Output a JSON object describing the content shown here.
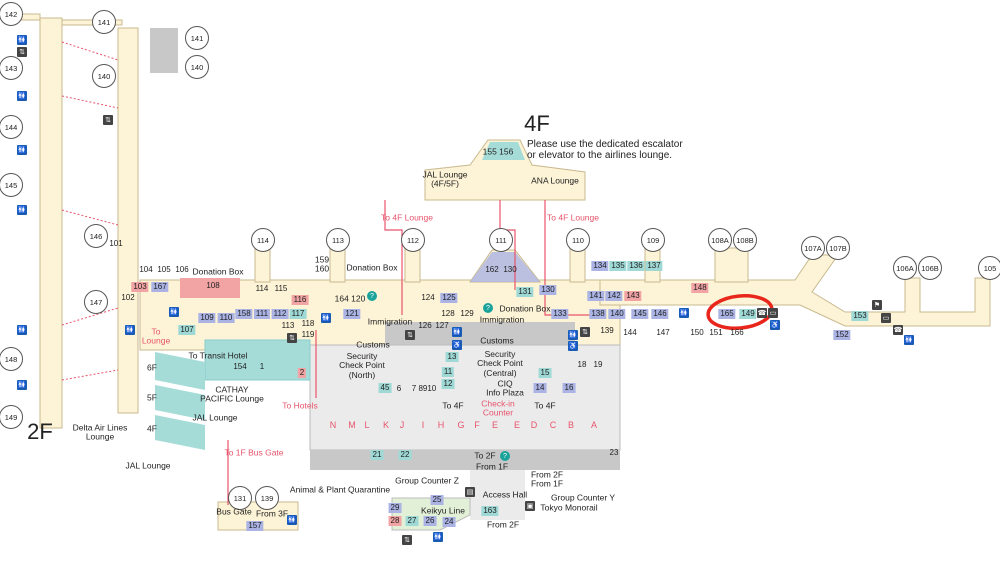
{
  "floors": {
    "f2": "2F",
    "f4": "4F"
  },
  "notice": "Please use the dedicated escalator\nor elevator to the airlines lounge.",
  "gates": [
    "142",
    "141",
    "143",
    "140",
    "144",
    "145",
    "146",
    "101",
    "147",
    "148",
    "149",
    "141",
    "140",
    "114",
    "113",
    "112",
    "111",
    "110",
    "109",
    "108A",
    "108B",
    "107A",
    "107B",
    "106A",
    "106B",
    "105",
    "131",
    "139"
  ],
  "labels": {
    "jal_lounge_top": "JAL Lounge\n(4F/5F)",
    "ana_lounge": "ANA Lounge",
    "to_4f_lounge_1": "To 4F Lounge",
    "to_4f_lounge_2": "To 4F Lounge",
    "donation_box_1": "Donation Box",
    "donation_box_2": "Donation Box",
    "donation_box_3": "Donation Box",
    "immigration_1": "Immigration",
    "immigration_2": "Immigration",
    "customs_1": "Customs",
    "customs_2": "Customs",
    "security_north": "Security\nCheck Point\n(North)",
    "security_central": "Security\nCheck Point\n(Central)",
    "ciq": "CIQ\nInfo Plaza",
    "checkin": "Check-in\nCounter",
    "to_4f_1": "To 4F",
    "to_4f_2": "To 4F",
    "to_transit_hotel": "To Transit Hotel",
    "to_lounge": "To\nLounge",
    "to_hotels": "To Hotels",
    "cathay": "CATHAY\nPACIFIC Lounge",
    "jal_lounge_5f": "JAL Lounge",
    "jal_lounge_4f": "JAL Lounge",
    "delta": "Delta Air Lines\nLounge",
    "f6": "6F",
    "f5": "5F",
    "f4s": "4F",
    "to_1f_bus": "To 1F Bus Gate",
    "quarantine": "Animal & Plant Quarantine",
    "group_z": "Group Counter Z",
    "group_y": "Group Counter Y",
    "to_2f": "To 2F",
    "from_1f": "From 1F",
    "from_2f_1f": "From 2F\nFrom 1F",
    "access_hall": "Access Hall",
    "keikyu": "Keikyu Line",
    "monorail": "Tokyo Monorail",
    "from_2f": "From 2F",
    "bus_gate": "Bus Gate",
    "from_3f": "From 3F",
    "lounge_nums": "155 156",
    "n159": "159\n160",
    "n164": "164 120"
  },
  "counters": [
    "N",
    "M",
    "L",
    "K",
    "J",
    "I",
    "H",
    "G",
    "F",
    "E",
    "E",
    "D",
    "C",
    "B",
    "A"
  ],
  "shops": [
    "108",
    "109",
    "110",
    "158",
    "111",
    "112",
    "113",
    "117",
    "116",
    "114",
    "115",
    "118",
    "119",
    "121",
    "124",
    "125",
    "126",
    "127",
    "128",
    "129",
    "162",
    "130",
    "131",
    "130",
    "133",
    "134",
    "135",
    "136",
    "137",
    "141",
    "142",
    "143",
    "138",
    "139",
    "140",
    "144",
    "145",
    "146",
    "147",
    "148",
    "150",
    "151",
    "165",
    "166",
    "149",
    "153",
    "152",
    "154",
    "1",
    "2",
    "45",
    "6",
    "7 8910",
    "11",
    "12",
    "13",
    "14",
    "15",
    "16",
    "18",
    "19",
    "21",
    "22",
    "23",
    "25",
    "29",
    "28",
    "27",
    "26",
    "24",
    "163",
    "157",
    "104",
    "105",
    "106",
    "103",
    "167",
    "102",
    "107"
  ],
  "colors": {
    "concourse": "#fdf3d6",
    "lounge": "#a6dcd8",
    "shop_blue": "#aab3e3",
    "accent_red": "#e8546c",
    "highlight": "#e8261c"
  }
}
